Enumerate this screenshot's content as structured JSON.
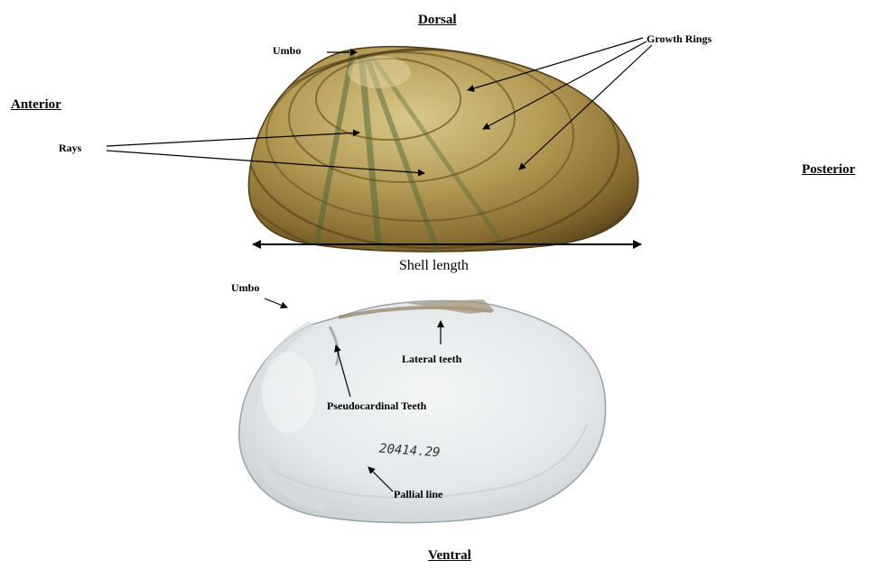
{
  "orientation": {
    "dorsal": "Dorsal",
    "anterior": "Anterior",
    "posterior": "Posterior",
    "ventral": "Ventral"
  },
  "labels": {
    "umbo_top": "Umbo",
    "growth_rings": "Growth Rings",
    "rays": "Rays",
    "shell_length": "Shell length",
    "umbo_bottom": "Umbo",
    "lateral_teeth": "Lateral teeth",
    "pseudocardinal_teeth": "Pseudocardinal Teeth",
    "pallial_line": "Pallial line"
  },
  "specimen_number": "20414.29",
  "colors": {
    "outer_shell_light": "#c9b56e",
    "outer_shell_dark": "#6b5422",
    "ray_green": "#5a6f3c",
    "inner_shell": "#e6eaec",
    "inner_shell_edge": "#b9c0c3"
  }
}
